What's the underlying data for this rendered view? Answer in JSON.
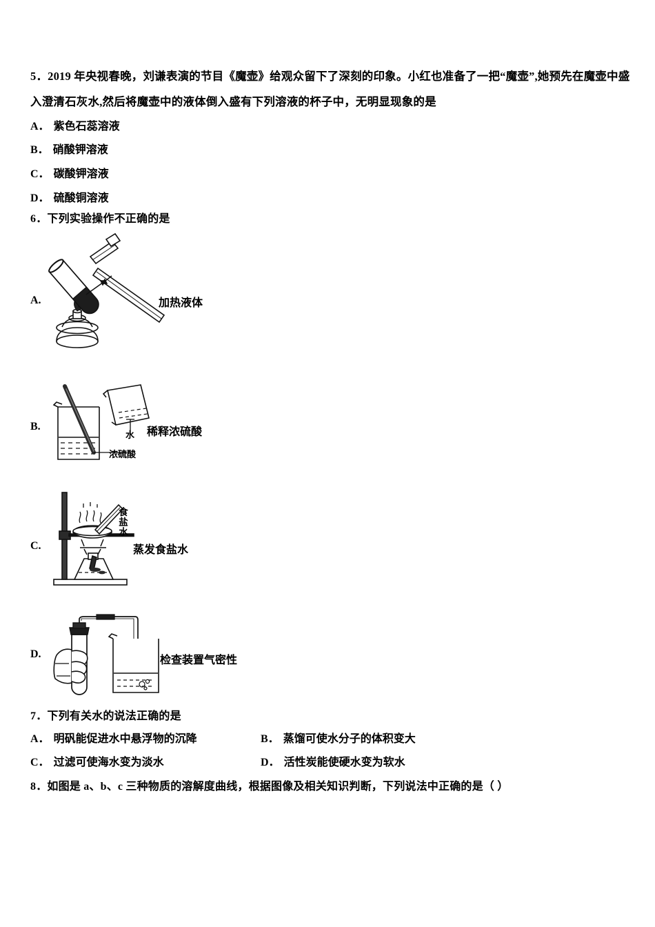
{
  "document": {
    "language": "zh-CN",
    "background_color": "#ffffff",
    "text_color": "#000000"
  },
  "questions": [
    {
      "number": "5",
      "stem_lines": [
        "5．2019 年央视春晚，刘谦表演的节目《魔壶》给观众留下了深刻的印象。小红也准备了一把“魔壶”,她预先在魔壶中盛",
        "入澄清石灰水,然后将魔壶中的液体倒入盛有下列溶液的杯子中，无明显现象的是"
      ],
      "options": [
        {
          "label": "A．",
          "text": "紫色石蕊溶液"
        },
        {
          "label": "B．",
          "text": "硝酸钾溶液"
        },
        {
          "label": "C．",
          "text": "碳酸钾溶液"
        },
        {
          "label": "D．",
          "text": "硫酸铜溶液"
        }
      ]
    },
    {
      "number": "6",
      "stem_lines": [
        "6．下列实验操作不正确的是"
      ],
      "figure_options": [
        {
          "label": "A.",
          "caption": "加热液体",
          "apparatus": "alcohol-lamp-heating-test-tube-with-clamp",
          "sublabels": []
        },
        {
          "label": "B.",
          "caption": "稀释浓硫酸",
          "apparatus": "beaker-with-glass-rod-pouring-water",
          "sublabels": [
            {
              "text": "水"
            },
            {
              "text": "浓硫酸"
            }
          ]
        },
        {
          "label": "C.",
          "caption": "蒸发食盐水",
          "apparatus": "iron-stand-evaporating-dish-alcohol-lamp",
          "sublabels": [
            {
              "text": "食盐水",
              "orientation": "vertical"
            }
          ]
        },
        {
          "label": "D.",
          "caption": "检查装置气密性",
          "apparatus": "hand-holding-test-tube-tube-into-beaker",
          "sublabels": []
        }
      ]
    },
    {
      "number": "7",
      "stem_lines": [
        "7．下列有关水的说法正确的是"
      ],
      "options_grid": [
        [
          {
            "label": "A．",
            "text": "明矾能促进水中悬浮物的沉降"
          },
          {
            "label": "B．",
            "text": "蒸馏可使水分子的体积变大"
          }
        ],
        [
          {
            "label": "C．",
            "text": "过滤可使海水变为淡水"
          },
          {
            "label": "D．",
            "text": "活性炭能使硬水变为软水"
          }
        ]
      ]
    },
    {
      "number": "8",
      "stem_lines": [
        "8．如图是 a、b、c 三种物质的溶解度曲线，根据图像及相关知识判断，下列说法中正确的是（      ）"
      ]
    }
  ]
}
